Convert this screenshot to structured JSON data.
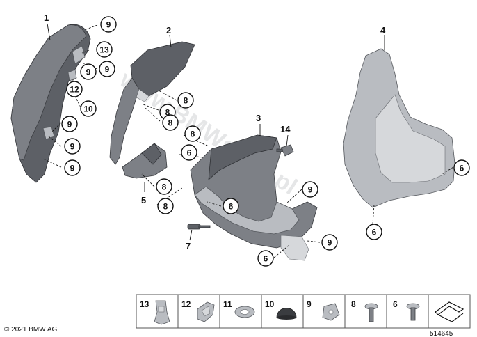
{
  "watermark": "www.BMWstore.pl",
  "copyright": "© 2021 BMW AG",
  "diagram_number": "514645",
  "legend": [
    "13",
    "12",
    "11",
    "10",
    "9",
    "8",
    "6"
  ],
  "callouts": {
    "c1": "1",
    "c2": "2",
    "c3": "3",
    "c4": "4",
    "c5": "5",
    "c7": "7",
    "c14": "14",
    "n9a": "9",
    "n13": "13",
    "n9b": "9",
    "n9c": "9",
    "n12": "12",
    "n10": "10",
    "n9d": "9",
    "n9e": "9",
    "n9f": "9",
    "n8a": "8",
    "n8b": "8",
    "n8c": "8",
    "n6a": "6",
    "n8d": "8",
    "n8e": "8",
    "n6b": "6",
    "n9g": "9",
    "n6c": "6",
    "n9h": "9",
    "n6d": "6",
    "n6e": "6"
  }
}
